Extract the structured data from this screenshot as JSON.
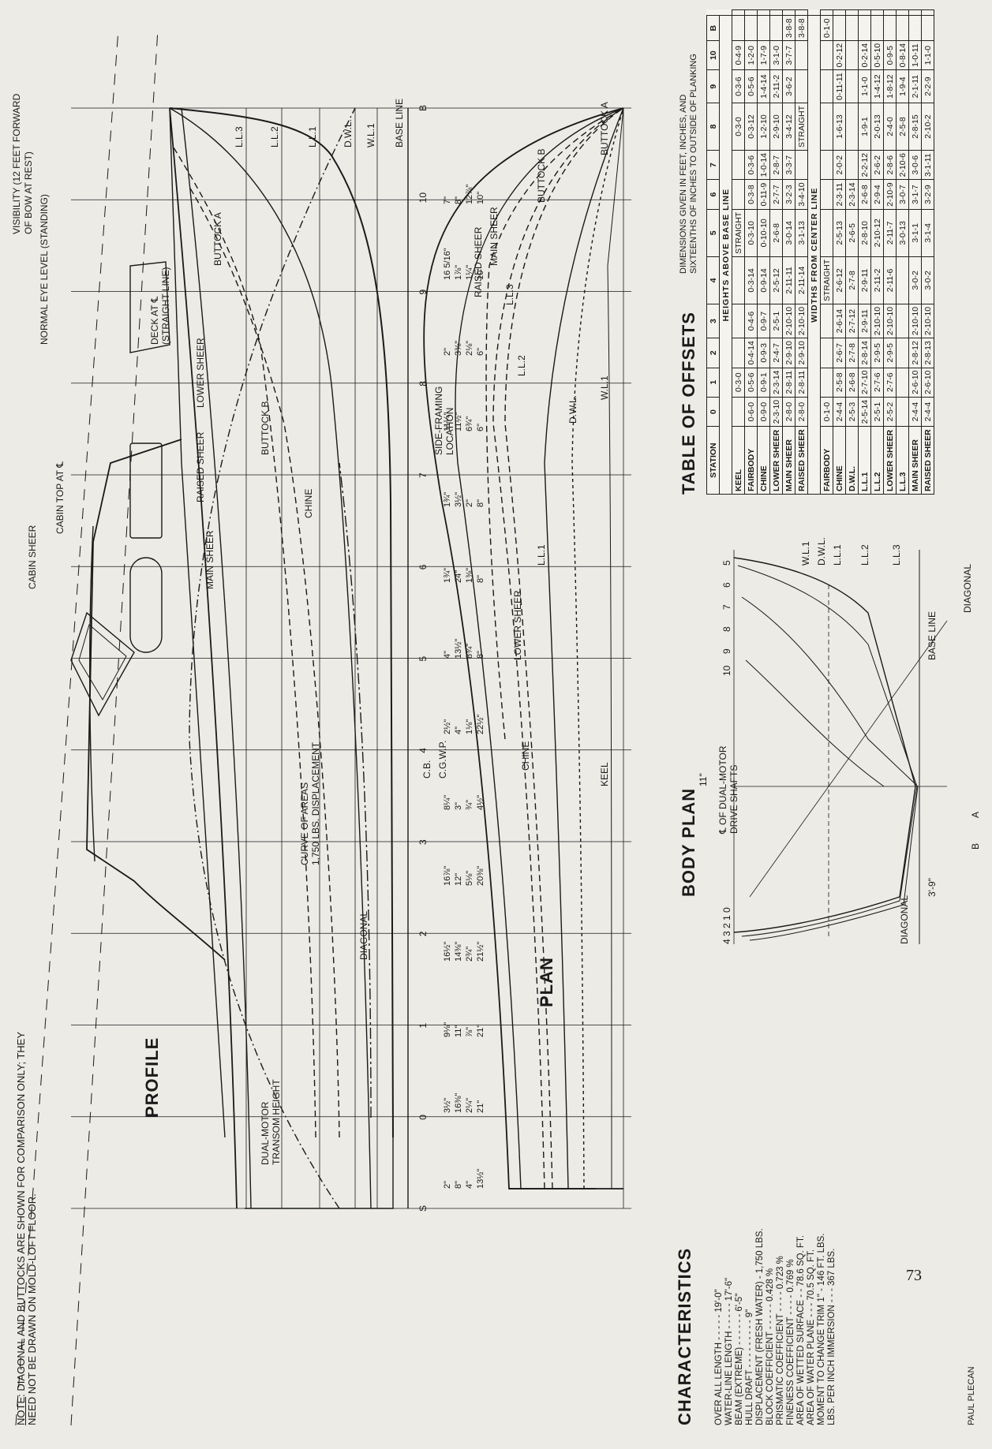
{
  "page_number": "73",
  "author": "PAUL PLECAN",
  "note": {
    "label": "NOTE",
    "text": ": DIAGONAL AND BUTTOCKS ARE SHOWN FOR COMPARISON ONLY; THEY NEED NOT BE DRAWN ON MOLD-LOFT FLOOR."
  },
  "titles": {
    "profile": "PROFILE",
    "plan": "PLAN",
    "body_plan": "BODY PLAN",
    "characteristics": "CHARACTERISTICS",
    "offsets": "TABLE OF OFFSETS",
    "offsets_sub1": "DIMENSIONS GIVEN IN FEET, INCHES, AND",
    "offsets_sub2": "SIXTEENTHS OF INCHES TO OUTSIDE OF PLANKING"
  },
  "profile_labels": {
    "eye_level": "NORMAL EYE LEVEL (STANDING)",
    "visibility1": "VISIBILITY (12 FEET FORWARD",
    "visibility2": "OF BOW AT REST)",
    "cabin_sheer": "CABIN SHEER",
    "cabin_top": "CABIN TOP AT ℄",
    "deck1": "DECK AT ℄",
    "deck2": "(STRAIGHT LINE)",
    "lower_sheer": "LOWER SHEER",
    "raised_sheer": "RAISED SHEER",
    "main_sheer": "MAIN SHEER",
    "buttock_a": "BUTTOCK A",
    "buttock_b": "BUTTOCK B",
    "chine": "CHINE",
    "diagonal": "DIAGONAL",
    "curve1": "CURVE OF AREAS",
    "curve2": "1,750 LBS. DISPLACEMENT",
    "transom1": "DUAL-MOTOR",
    "transom2": "TRANSOM HEIGHT",
    "base_line": "BASE LINE",
    "dwl": "D.W.L.",
    "wl1": "W.L.1",
    "ll1": "L.L.1",
    "ll2": "L.L.2",
    "ll3": "L.L.3",
    "cgwp": "C.G.W.P.",
    "cb": "C.B.",
    "side_framing1": "SIDE-FRAMING",
    "side_framing2": "LOCATION"
  },
  "profile_dims": [
    "2\"",
    "3½\"",
    "9⅛\"",
    "16½\"",
    "16⅞\"",
    "8¼\"",
    "2½\"",
    "4\"",
    "1¾\"",
    "1¾\"",
    "11¼\"",
    "2\"",
    "16 5/16\"",
    "7\"",
    "8\"",
    "16⅜\"",
    "11\"",
    "14⅜\"",
    "12\"",
    "3\"",
    "4\"",
    "13½\"",
    "24\"",
    "3½\"",
    "11½\"",
    "3⅜\"",
    "1⅞\"",
    "8\"",
    "4\"",
    "2¼\"",
    "⅞\"",
    "2¾\"",
    "5⅛\"",
    "¾\"",
    "1⅛\"",
    "8¾\"",
    "1⅜\"",
    "2\"",
    "6¾\"",
    "2⅛\"",
    "1¼\"",
    "12⅞\"",
    "13½\"",
    "21\"",
    "21\"",
    "21½\"",
    "20⅜\"",
    "4½\"",
    "22½\"",
    "8\"",
    "8\"",
    "8\"",
    "6\"",
    "6\"",
    "10\"",
    "10\""
  ],
  "stations": [
    "S",
    "0",
    "1",
    "2",
    "3",
    "4",
    "5",
    "6",
    "7",
    "8",
    "9",
    "10",
    "B"
  ],
  "plan_labels": {
    "raised_sheer": "RAISED SHEER",
    "main_sheer": "MAIN SHEER",
    "buttock_b": "BUTTOCK B",
    "buttock_a": "BUTTOCK A",
    "ll3": "L.L.3",
    "ll2": "L.L.2",
    "ll1": "L.L.1",
    "dwl": "D.W.L.",
    "wl1": "W.L.1",
    "lower_sheer": "LOWER SHEER",
    "chine": "CHINE",
    "keel": "KEEL"
  },
  "body_plan_labels": {
    "shafts1": "℄ OF DUAL-MOTOR",
    "shafts2": "DRIVE SHAFTS",
    "dim_11": "11\"",
    "diagonal": "DIAGONAL",
    "diagonal2": "DIAGONAL",
    "base_line": "BASE LINE",
    "width": "3'-9\"",
    "b": "B",
    "a": "A",
    "ll3": "L.L.3",
    "ll2": "L.L.2",
    "ll1": "L.L.1",
    "dwl": "D.W.L.",
    "wl1": "W.L.1",
    "stations_aft": [
      "4",
      "3",
      "2",
      "1",
      "0"
    ],
    "stations_fwd": [
      "10",
      "9",
      "8",
      "7",
      "6",
      "5"
    ]
  },
  "characteristics": [
    "OVER ALL LENGTH - - - - - 19'-0\"",
    "WATER-LINE LENGTH - - - - - 17'-6\"",
    "BEAM (EXTREME) - - - - - - 6'-5\"",
    "HULL DRAFT - - - - - - - - - 9\"",
    "DISPLACEMENT (FRESH WATER) - 1,750 LBS.",
    "BLOCK COEFFICIENT - - - - - 0.428 %",
    "PRISMATIC COEFFICIENT - - - - 0.723 %",
    "FINENESS COEFFICIENT - - - - 0.769 %",
    "AREA OF WETTED SURFACE - - 78.6 SQ. FT.",
    "AREA OF WATER PLANE - - - 70.5 SQ. FT.",
    "MOMENT TO CHANGE TRIM 1\" - 146 FT. LBS.",
    "LBS. PER INCH IMMERSION - - - 367 LBS."
  ],
  "offsets": {
    "header": [
      "STATION",
      "0",
      "1",
      "2",
      "3",
      "4",
      "5",
      "6",
      "7",
      "8",
      "9",
      "10",
      "B"
    ],
    "heights_label": "HEIGHTS ABOVE BASE LINE",
    "widths_label": "WIDTHS FROM CENTER LINE",
    "heights": [
      {
        "name": "KEEL",
        "cells": [
          "",
          "0-3-0",
          "",
          "",
          "",
          "STRAIGHT",
          "",
          "",
          "0-3-0",
          "0-3-6",
          "0-4-9",
          "",
          ""
        ]
      },
      {
        "name": "FAIRBODY",
        "cells": [
          "0-6-0",
          "0-5-6",
          "0-4-14",
          "0-4-6",
          "0-3-14",
          "0-3-10",
          "0-3-8",
          "0-3-6",
          "0-3-12",
          "0-5-6",
          "1-2-0",
          "",
          ""
        ]
      },
      {
        "name": "CHINE",
        "cells": [
          "0-9-0",
          "0-9-1",
          "0-9-3",
          "0-9-7",
          "0-9-14",
          "0-10-10",
          "0-11-9",
          "1-0-14",
          "1-2-10",
          "1-4-14",
          "1-7-9",
          "",
          ""
        ]
      },
      {
        "name": "LOWER SHEER",
        "cells": [
          "2-3-10",
          "2-3-14",
          "2-4-7",
          "2-5-1",
          "2-5-12",
          "2-6-8",
          "2-7-7",
          "2-8-7",
          "2-9-10",
          "2-11-2",
          "3-1-0",
          "",
          ""
        ]
      },
      {
        "name": "MAIN SHEER",
        "cells": [
          "2-8-0",
          "2-8-11",
          "2-9-10",
          "2-10-10",
          "2-11-11",
          "3-0-14",
          "3-2-3",
          "3-3-7",
          "3-4-12",
          "3-6-2",
          "3-7-7",
          "3-8-8",
          ""
        ]
      },
      {
        "name": "RAISED SHEER",
        "cells": [
          "2-8-0",
          "2-8-11",
          "2-9-10",
          "2-10-10",
          "2-11-14",
          "3-1-13",
          "3-4-10",
          "",
          "STRAIGHT",
          "",
          "",
          "3-8-8",
          ""
        ]
      }
    ],
    "widths": [
      {
        "name": "FAIRBODY",
        "cells": [
          "0-1-0",
          "",
          "",
          "",
          "STRAIGHT",
          "",
          "",
          "",
          "",
          "",
          "",
          "0-1-0",
          ""
        ]
      },
      {
        "name": "CHINE",
        "cells": [
          "2-4-4",
          "2-5-8",
          "2-6-7",
          "2-6-14",
          "2-6-12",
          "2-5-13",
          "2-3-11",
          "2-0-2",
          "1-6-13",
          "0-11-11",
          "0-2-12",
          "",
          ""
        ]
      },
      {
        "name": "D.W.L.",
        "cells": [
          "2-5-3",
          "2-6-8",
          "2-7-8",
          "2-7-12",
          "2-7-8",
          "2-6-5",
          "2-3-14",
          "",
          "",
          "",
          "",
          "",
          ""
        ]
      },
      {
        "name": "L.L.1",
        "cells": [
          "2-5-14",
          "2-7-10",
          "2-8-14",
          "2-9-11",
          "2-9-11",
          "2-8-10",
          "2-6-8",
          "2-2-12",
          "1-9-1",
          "1-1-0",
          "0-2-14",
          "",
          ""
        ]
      },
      {
        "name": "L.L.2",
        "cells": [
          "2-5-1",
          "2-7-6",
          "2-9-5",
          "2-10-10",
          "2-11-2",
          "2-10-12",
          "2-9-4",
          "2-6-2",
          "2-0-13",
          "1-4-12",
          "0-5-10",
          "",
          ""
        ]
      },
      {
        "name": "LOWER SHEER",
        "cells": [
          "2-5-2",
          "2-7-6",
          "2-9-5",
          "2-10-10",
          "2-11-6",
          "2-11-7",
          "2-10-9",
          "2-8-6",
          "2-4-0",
          "1-8-12",
          "0-9-5",
          "",
          ""
        ]
      },
      {
        "name": "L.L.3",
        "cells": [
          "",
          "",
          "",
          "",
          "",
          "3-0-13",
          "3-0-7",
          "2-10-6",
          "2-5-8",
          "1-9-4",
          "0-8-14",
          "",
          ""
        ]
      },
      {
        "name": "MAIN SHEER",
        "cells": [
          "2-4-4",
          "2-6-10",
          "2-8-12",
          "2-10-10",
          "3-0-2",
          "3-1-1",
          "3-1-7",
          "3-0-6",
          "2-8-15",
          "2-1-11",
          "1-0-11",
          "",
          ""
        ]
      },
      {
        "name": "RAISED SHEER",
        "cells": [
          "2-4-4",
          "2-6-10",
          "2-8-13",
          "2-10-10",
          "3-0-2",
          "3-1-4",
          "3-2-9",
          "3-1-11",
          "2-10-2",
          "2-2-9",
          "1-1-0",
          "",
          ""
        ]
      }
    ]
  }
}
